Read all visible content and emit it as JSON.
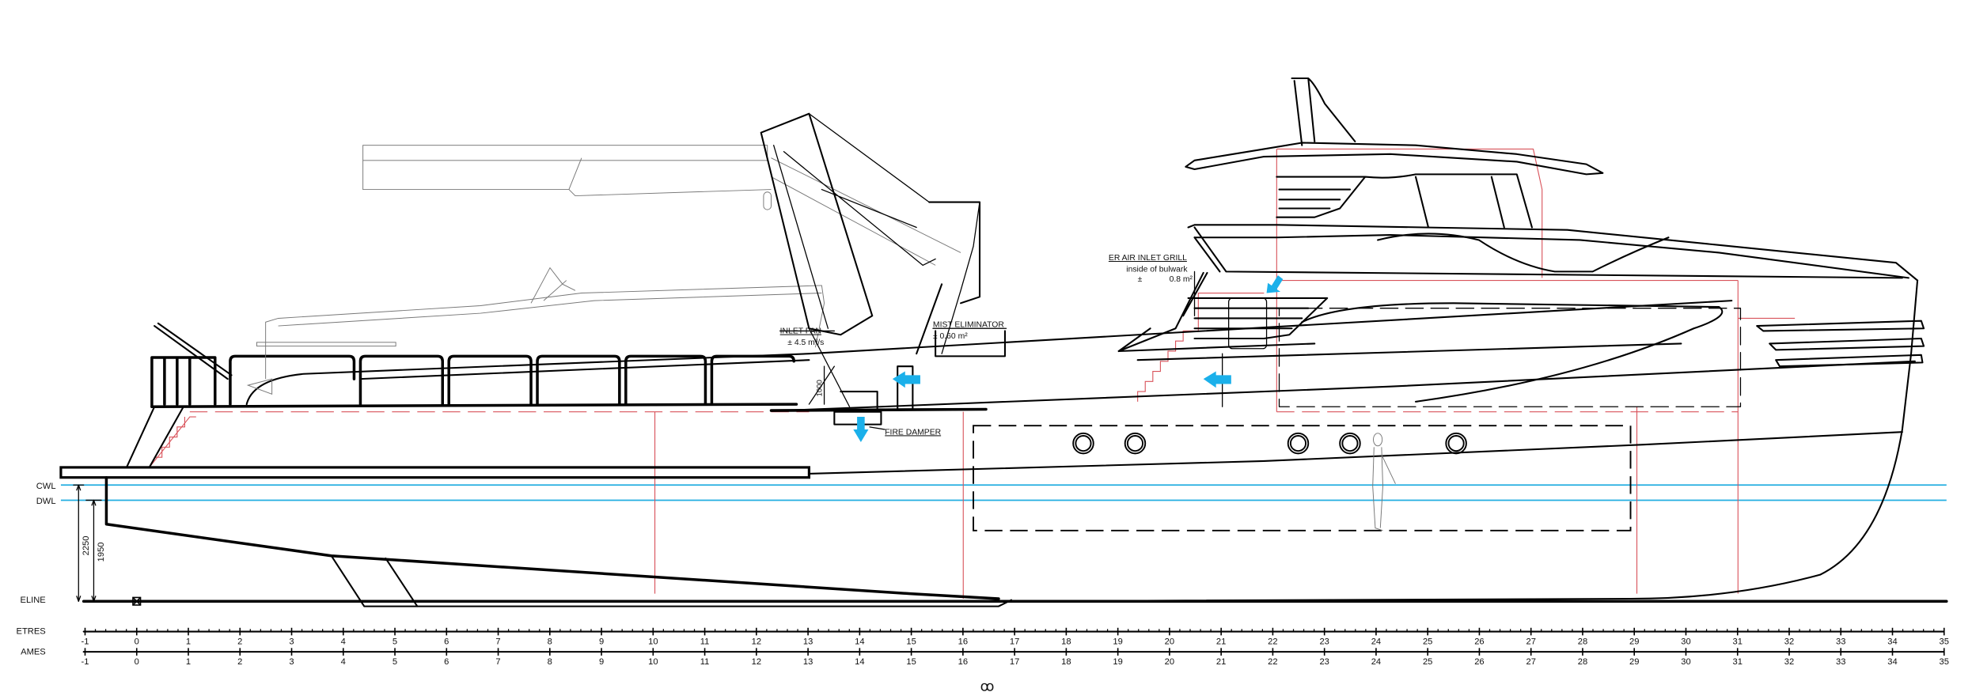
{
  "drawing": {
    "title": "Side profile – engine room ventilation",
    "colors": {
      "line": "#000000",
      "waterline": "#22aee0",
      "frame": "#d9535b",
      "airflow": "#1bb0ea"
    }
  },
  "waterlines": {
    "cwl_label": "CWL",
    "dwl_label": "DWL",
    "baseline_label": "ELINE",
    "dim_cwl": "2250",
    "dim_dwl": "1950"
  },
  "annotations": {
    "inlet_fan": "INLET  FAN",
    "inlet_fan_value": "± 4.5 m³/s",
    "mist_eliminator": "MIST ELIMINATOR",
    "mist_eliminator_value": "± 0.60 m²",
    "fire_damper": "FIRE DAMPER",
    "duct_height": "1000",
    "er_air_inlet": "ER AIR INLET GRILL",
    "er_air_inlet_sub": "inside of bulwark",
    "er_air_inlet_pm": "±",
    "er_air_inlet_value": "0.8 m²"
  },
  "scales": {
    "metres_label": "ETRES",
    "frames_label": "AMES",
    "metres": [
      -1,
      0,
      1,
      2,
      3,
      4,
      5,
      6,
      7,
      8,
      9,
      10,
      11,
      12,
      13,
      14,
      15,
      16,
      17,
      18,
      19,
      20,
      21,
      22,
      23,
      24,
      25,
      26,
      27,
      28,
      29,
      30,
      31,
      32,
      33,
      34,
      35
    ],
    "frames": [
      -1,
      0,
      1,
      2,
      3,
      4,
      5,
      6,
      7,
      8,
      9,
      10,
      11,
      12,
      13,
      14,
      15,
      16,
      17,
      18,
      19,
      20,
      21,
      22,
      23,
      24,
      25,
      26,
      27,
      28,
      29,
      30,
      31,
      32,
      33,
      34,
      35
    ],
    "midship_symbol": "ꝏ"
  }
}
